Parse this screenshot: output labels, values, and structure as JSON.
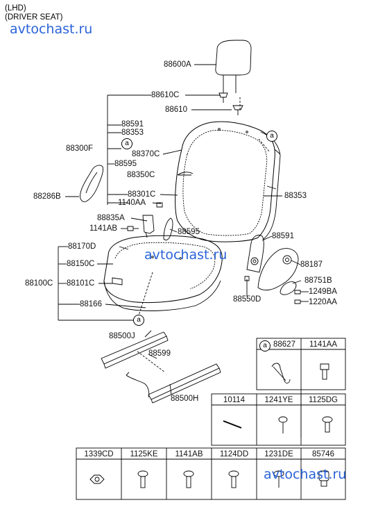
{
  "header": {
    "line1": "(LHD)",
    "line2": "(DRIVER SEAT)"
  },
  "watermark": "avtochast.ru",
  "callout": "a",
  "labels": {
    "headrest": "88600A",
    "guide_lock": "88610C",
    "guide": "88610",
    "back_frame": "88591",
    "back_cover_top": "88353",
    "back_assy": "88300F",
    "back_cover": "88370C",
    "back_pad_wire": "88595",
    "back_pad": "88350C",
    "back_frame_assy": "88301C",
    "bolt_1140": "1140AA",
    "lever_left": "88286B",
    "back_board": "88353",
    "buckle": "88835A",
    "bolt_1141ab": "1141AB",
    "hinge_cover": "88595",
    "recliner": "88591",
    "cushion_cover": "88170D",
    "cushion_pad": "88150C",
    "seat_assy": "88100C",
    "cushion_frame": "88101C",
    "cushion_bottom": "88166",
    "side_shield": "88187",
    "bolt_88550": "88550D",
    "knob": "88751B",
    "screw_1249": "1249BA",
    "screw_1220": "1220AA",
    "track_left": "88500J",
    "track_bar": "88599",
    "track_right": "88500H"
  },
  "table": {
    "row1": [
      "88627",
      "1141AA"
    ],
    "row2": [
      "10114",
      "1241YE",
      "1125DG"
    ],
    "row3": [
      "1339CD",
      "1125KE",
      "1141AB",
      "1124DD",
      "1231DE",
      "85746"
    ]
  }
}
